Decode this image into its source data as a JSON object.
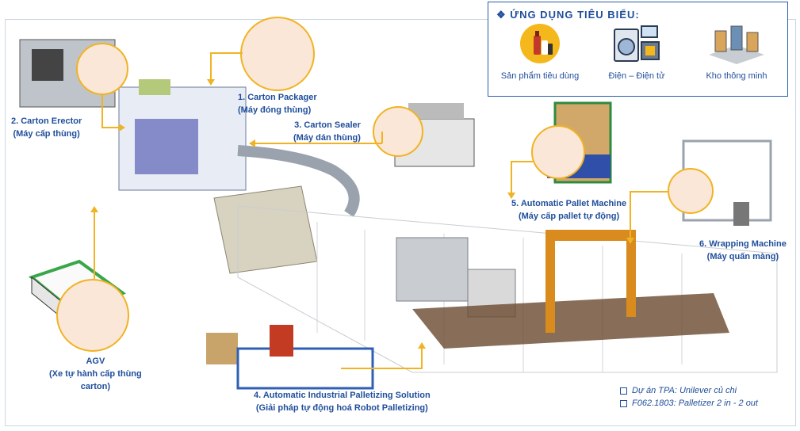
{
  "applications": {
    "title": "ỨNG DỤNG TIÊU BIỂU:",
    "items": [
      {
        "label": "Sản phẩm tiêu dùng",
        "icon": "consumer-products-icon"
      },
      {
        "label": "Điện – Điện tử",
        "icon": "electronics-icon"
      },
      {
        "label": "Kho thông minh",
        "icon": "smart-warehouse-icon"
      }
    ]
  },
  "machines": [
    {
      "en": "1. Carton Packager",
      "vi": "(Máy đóng thùng)"
    },
    {
      "en": "2. Carton Erector",
      "vi": "(Máy cấp thùng)"
    },
    {
      "en": "3. Carton Sealer",
      "vi": "(Máy dán thùng)"
    },
    {
      "en": "4. Automatic Industrial Palletizing Solution",
      "vi": "(Giải pháp tự động hoá Robot Palletizing)"
    },
    {
      "en": "5. Automatic Pallet Machine",
      "vi": "(Máy cấp pallet tự động)"
    },
    {
      "en": "6. Wrapping Machine",
      "vi": "(Máy quấn màng)"
    },
    {
      "en": "AGV",
      "vi": "(Xe tự hành cấp thùng",
      "vi2": "carton)"
    }
  ],
  "notes": [
    "Dự án TPA: Unilever củ chi",
    "F062.1803: Palletizer 2 in - 2 out"
  ],
  "colors": {
    "accent": "#f0b324",
    "text": "#1f4e9b",
    "circle_fill": "#fbe7d7"
  }
}
